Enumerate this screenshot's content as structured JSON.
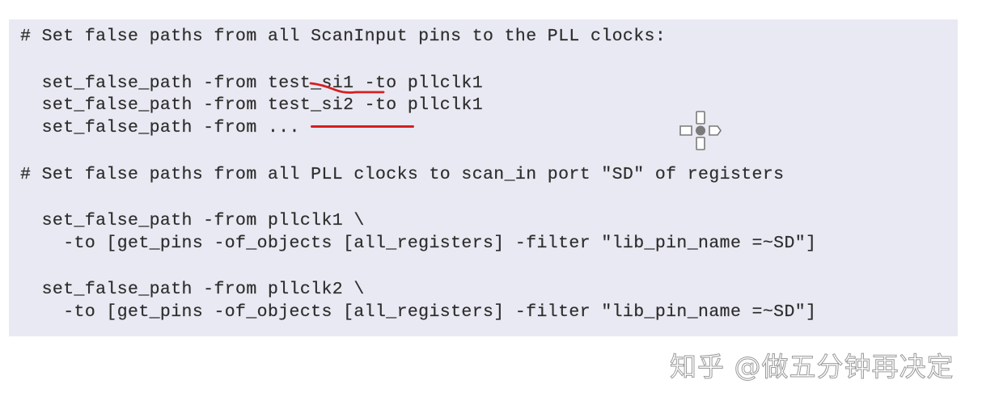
{
  "code_block": {
    "background_color": "#e9e9f3",
    "lines": [
      "# Set false paths from all ScanInput pins to the PLL clocks:",
      "",
      "  set_false_path -from test_si1 -to pllclk1",
      "  set_false_path -from test_si2 -to pllclk1",
      "  set_false_path -from ...",
      "",
      "# Set false paths from all PLL clocks to scan_in port \"SD\" of registers",
      "",
      "  set_false_path -from pllclk1 \\",
      "    -to [get_pins -of_objects [all_registers] -filter \"lib_pin_name =~SD\"]",
      "",
      "  set_false_path -from pllclk2 \\",
      "    -to [get_pins -of_objects [all_registers] -filter \"lib_pin_name =~SD\"]"
    ]
  },
  "annotations": {
    "color": "#d42020",
    "items": [
      {
        "type": "underline-stroke",
        "target": "test_si1"
      },
      {
        "type": "underline-stroke",
        "target": "..."
      }
    ]
  },
  "cursor": {
    "icon": "move-cursor-icon"
  },
  "watermark": {
    "text": "知乎 @做五分钟再决定"
  }
}
